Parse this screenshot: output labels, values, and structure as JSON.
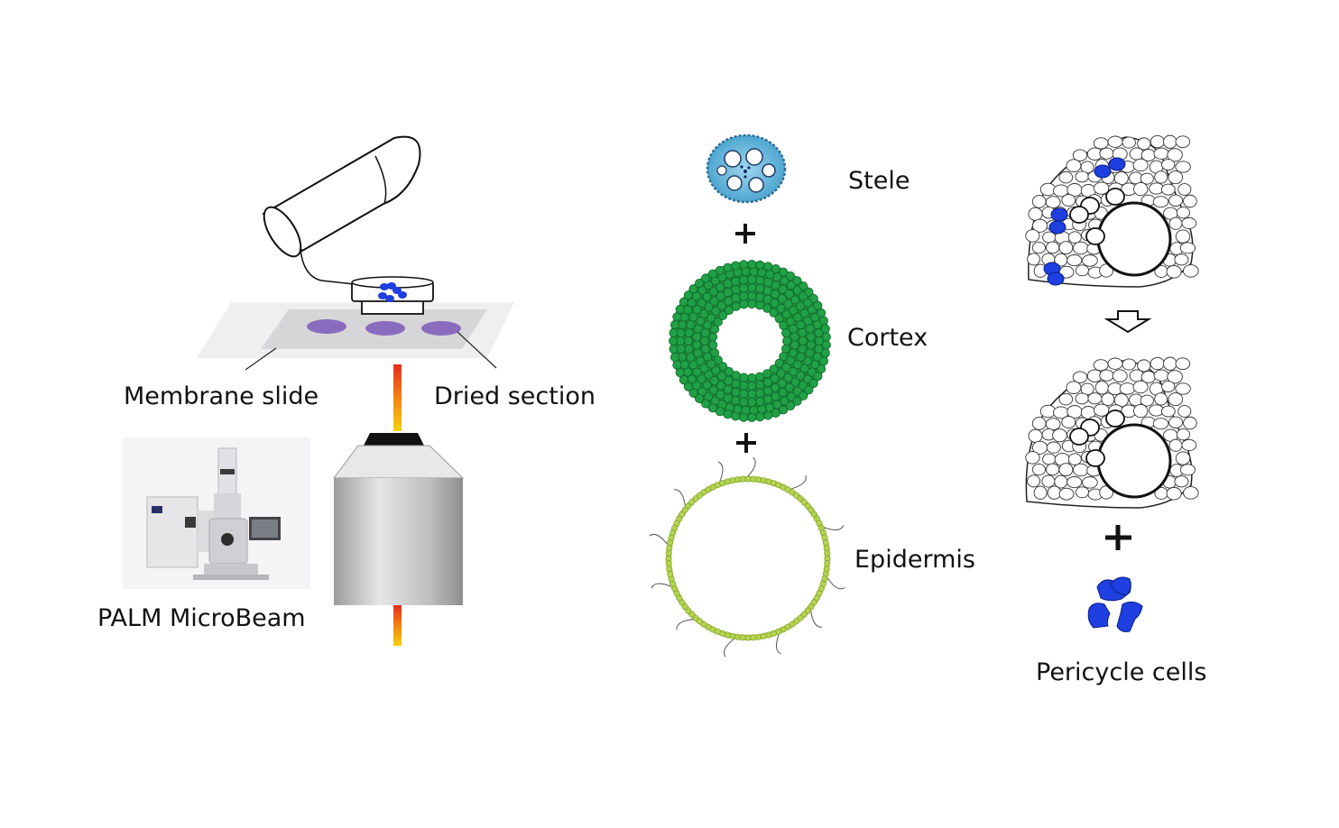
{
  "labels": {
    "membrane_slide": "Membrane slide",
    "dried_section": "Dried section",
    "palm_microbeam": "PALM MicroBeam",
    "stele": "Stele",
    "cortex": "Cortex",
    "epidermis": "Epidermis",
    "pericycle_cells": "Pericycle cells"
  },
  "colors": {
    "pericycle_blue": "#1f3fe0",
    "cortex_green": "#1e8c3a",
    "epidermis_green": "#a6c94a",
    "stele_blue": "#5fb3d9",
    "section_purple": "#8a6cbf",
    "laser_top": "#e52d1c",
    "laser_bottom": "#f5d20c"
  }
}
